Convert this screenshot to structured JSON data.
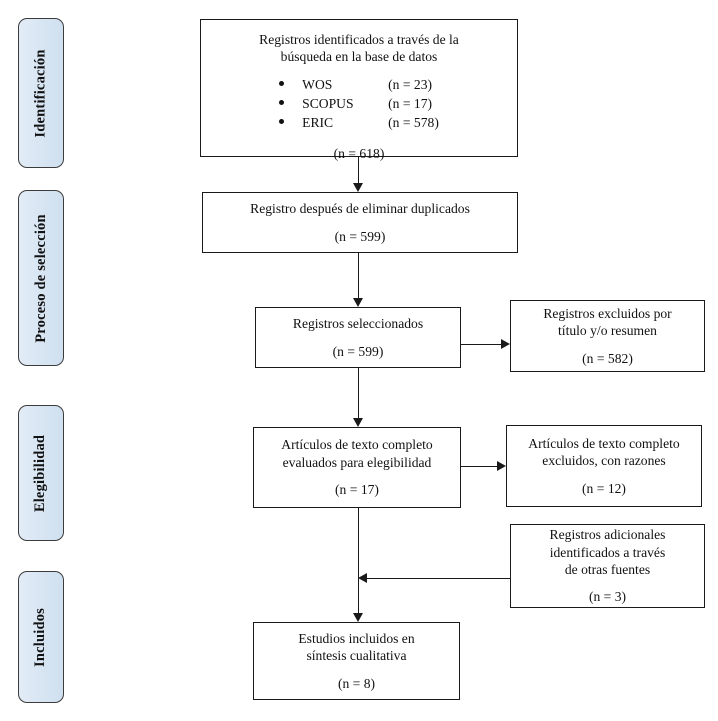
{
  "diagram": {
    "type": "prisma-flow-diagram",
    "language": "es",
    "stages": [
      {
        "id": "identificacion",
        "label": "Identificación"
      },
      {
        "id": "proceso-de-seleccion",
        "label": "Proceso de selección"
      },
      {
        "id": "elegibilidad",
        "label": "Elegibilidad"
      },
      {
        "id": "incluidos",
        "label": "Incluidos"
      }
    ],
    "boxes": {
      "identified": {
        "title_line1": "Registros identificados a través de la",
        "title_line2": "búsqueda en la base de datos",
        "sources": [
          {
            "name": "WOS",
            "count": "(n = 23)"
          },
          {
            "name": "SCOPUS",
            "count": "(n = 17)"
          },
          {
            "name": "ERIC",
            "count": "(n = 578)"
          }
        ],
        "total": "(n = 618)"
      },
      "duplicates_removed": {
        "title": "Registro después de eliminar duplicados",
        "count": "(n = 599)"
      },
      "screened": {
        "title": "Registros seleccionados",
        "count": "(n = 599)"
      },
      "excluded_title_abstract": {
        "title_line1": "Registros excluidos por",
        "title_line2": "título y/o resumen",
        "count": "(n = 582)"
      },
      "fulltext_assessed": {
        "title_line1": "Artículos de texto completo",
        "title_line2": "evaluados para elegibilidad",
        "count": "(n = 17)"
      },
      "fulltext_excluded": {
        "title_line1": "Artículos de texto completo",
        "title_line2": "excluidos, con razones",
        "count": "(n = 12)"
      },
      "additional_records": {
        "title_line1": "Registros adicionales",
        "title_line2": "identificados a través",
        "title_line3": "de otras fuentes",
        "count": "(n = 3)"
      },
      "included_studies": {
        "title_line1": "Estudios incluidos en",
        "title_line2": "síntesis cualitativa",
        "count": "(n = 8)"
      }
    },
    "colors": {
      "stage_fill": "#dbe7f4",
      "stage_border": "#3c3c3c",
      "box_border": "#1a1a1a",
      "background": "#ffffff",
      "text": "#111111"
    }
  }
}
